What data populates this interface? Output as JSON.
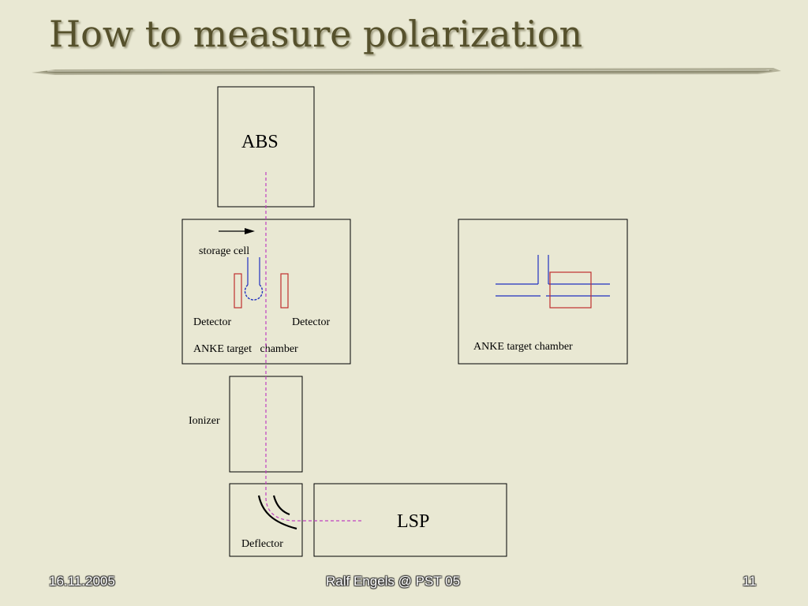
{
  "slide": {
    "title": "How to measure polarization",
    "background_color": "#e9e8d3",
    "title_color": "#56512c"
  },
  "diagram": {
    "abs_label": "ABS",
    "storage_cell_label": "storage cell",
    "detector_left_label": "Detector",
    "detector_right_label": "Detector",
    "chamber_left_label": "ANKE target   chamber",
    "chamber_right_label": "ANKE target chamber",
    "ionizer_label": "Ionizer",
    "deflector_label": "Deflector",
    "lsp_label": "LSP",
    "colors": {
      "beam_path": "#c040c0",
      "detector": "#c03030",
      "cell": "#2030c0",
      "outline": "#000000"
    }
  },
  "footer": {
    "date": "16.11.2005",
    "author": "Ralf Engels @ PST 05",
    "page": "11"
  }
}
